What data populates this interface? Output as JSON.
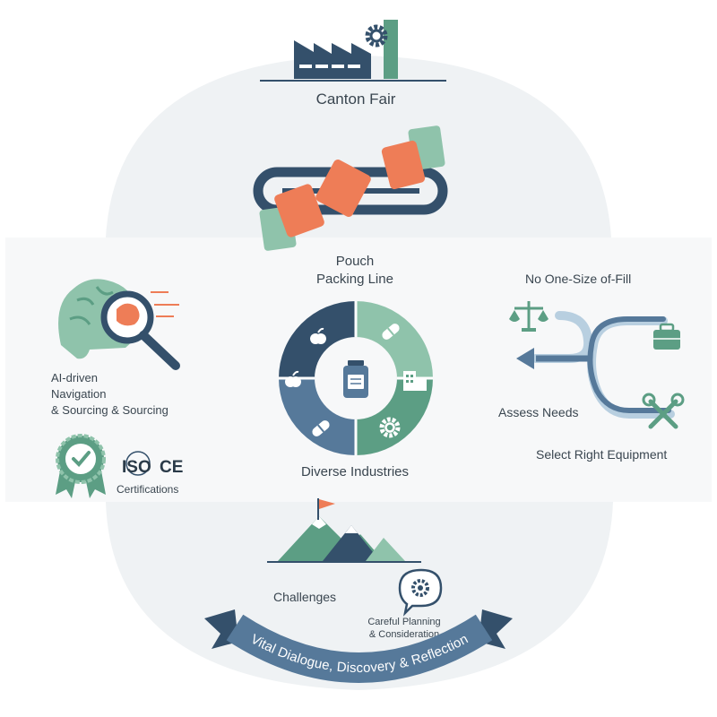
{
  "header": {
    "title": "Canton Fair"
  },
  "pouch_line": {
    "line1": "Pouch",
    "line2": "Packing Line"
  },
  "center": {
    "label": "Diverse Industries"
  },
  "left": {
    "ai_line1": "AI-driven",
    "ai_line2": "Navigation",
    "ai_line3": "& Sourcing & Sourcing",
    "iso_text": "ISO",
    "ce_text": "CE",
    "cert_label": "Certifications"
  },
  "right": {
    "title": "No One-Size of-Fill",
    "assess": "Assess Needs",
    "select": "Select Right Equipment"
  },
  "bottom": {
    "challenges": "Challenges",
    "planning_line1": "Careful Planning",
    "planning_line2": "& Consideration",
    "banner": "Vital Dialogue, Discovery & Reflection"
  },
  "icons": [
    "factory-icon",
    "gear-icon",
    "conveyor-icon",
    "pouch-icon",
    "brain-icon",
    "magnifier-icon",
    "badge-icon",
    "apple-icon",
    "pill-icon",
    "building-icon",
    "jar-icon",
    "scale-icon",
    "briefcase-icon",
    "tools-icon",
    "mountain-icon",
    "flag-icon",
    "chat-gear-icon"
  ],
  "colors": {
    "navy": "#34506b",
    "slate": "#56799a",
    "green": "#5c9e84",
    "light_green": "#8fc3ab",
    "orange": "#ee7d57",
    "background_arc": "#eef1f3"
  }
}
